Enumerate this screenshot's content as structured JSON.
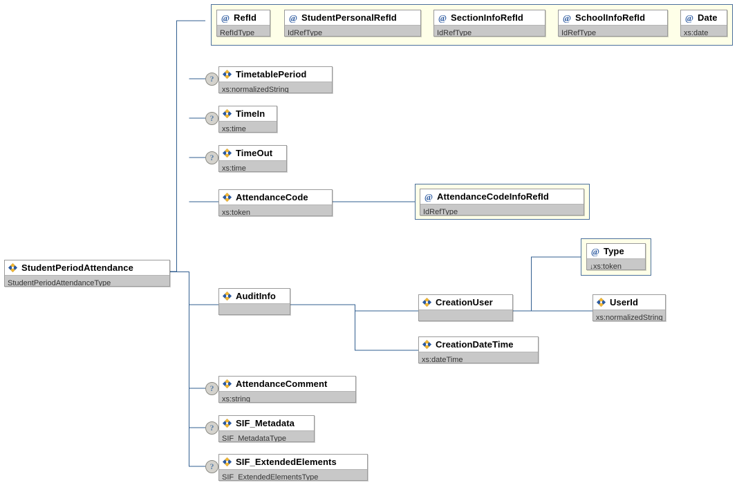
{
  "diagram": {
    "title": "StudentPeriodAttendance",
    "kind": "xml-schema-tree",
    "colors": {
      "attribute_container_fill": "#FEFFE8",
      "attribute_container_border": "#4A6F9C",
      "node_name_fill": "#FFFFFF",
      "node_type_fill": "#C8C8C8",
      "node_border": "#9A9A9A",
      "connector": "#2F5C8F",
      "optional_marker_fill": "#D4D2CC",
      "optional_marker_text": "#5C7FA8"
    }
  },
  "root": {
    "name": "StudentPeriodAttendance",
    "type": "StudentPeriodAttendanceType",
    "icon": "element-icon",
    "optional": false
  },
  "attributes_group": {
    "icon": "attribute-icon",
    "items": [
      {
        "name": "RefId",
        "type": "RefIdType",
        "icon": "attribute-icon"
      },
      {
        "name": "StudentPersonalRefId",
        "type": "IdRefType",
        "icon": "attribute-icon"
      },
      {
        "name": "SectionInfoRefId",
        "type": "IdRefType",
        "icon": "attribute-icon"
      },
      {
        "name": "SchoolInfoRefId",
        "type": "IdRefType",
        "icon": "attribute-icon"
      },
      {
        "name": "Date",
        "type": "xs:date",
        "icon": "attribute-icon"
      }
    ]
  },
  "children": [
    {
      "name": "TimetablePeriod",
      "type": "xs:normalizedString",
      "icon": "element-icon",
      "optional": true
    },
    {
      "name": "TimeIn",
      "type": "xs:time",
      "icon": "element-icon",
      "optional": true
    },
    {
      "name": "TimeOut",
      "type": "xs:time",
      "icon": "element-icon",
      "optional": true
    },
    {
      "name": "AttendanceCode",
      "type": "xs:token",
      "icon": "element-icon",
      "optional": false
    },
    {
      "name": "AuditInfo",
      "type": "",
      "icon": "element-icon",
      "optional": false
    },
    {
      "name": "AttendanceComment",
      "type": "xs:string",
      "icon": "element-icon",
      "optional": true
    },
    {
      "name": "SIF_Metadata",
      "type": "SIF_MetadataType",
      "icon": "element-icon",
      "optional": true
    },
    {
      "name": "SIF_ExtendedElements",
      "type": "SIF_ExtendedElementsType",
      "icon": "element-icon",
      "optional": true
    }
  ],
  "attendance_code_attributes": [
    {
      "name": "AttendanceCodeInfoRefId",
      "type": "IdRefType",
      "icon": "attribute-icon"
    }
  ],
  "audit_children": [
    {
      "name": "CreationUser",
      "type": "",
      "icon": "element-icon",
      "optional": false
    },
    {
      "name": "CreationDateTime",
      "type": "xs:dateTime",
      "icon": "element-icon",
      "optional": false
    }
  ],
  "creation_user_attributes": [
    {
      "name": "Type",
      "type": "xs:token",
      "icon": "attribute-icon",
      "restricted": true,
      "restriction_marker": "↓"
    }
  ],
  "creation_user_children": [
    {
      "name": "UserId",
      "type": "xs:normalizedString",
      "icon": "element-icon",
      "optional": false
    }
  ],
  "markers": {
    "optional_glyph": "?"
  }
}
